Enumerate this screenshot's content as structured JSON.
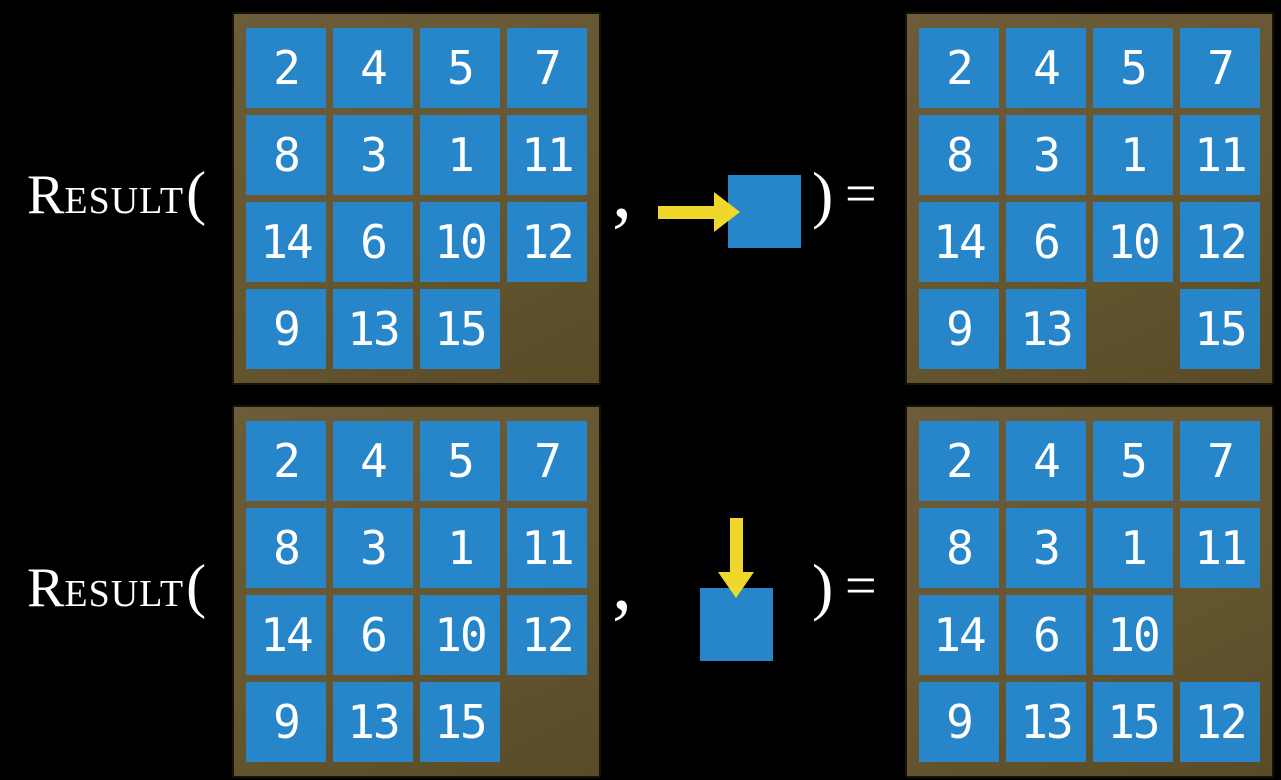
{
  "figure": "fifteen-puzzle RESULT function examples",
  "expression": {
    "function_r": "R",
    "function_rest": "ESULT",
    "open_paren": "(",
    "comma": ",",
    "close_paren": ")",
    "equals": "="
  },
  "colors": {
    "background": "#000000",
    "board_brown": "#65572f",
    "board_brown_light": "#6b5c3a",
    "tile_blue": "#2785ca",
    "arrow_yellow": "#efd72b",
    "text_white": "#ffffff",
    "board_border": "#171207"
  },
  "icons": {
    "row1_action": "arrow-right-icon",
    "row2_action": "arrow-down-icon"
  },
  "rows": [
    {
      "action": {
        "direction": "right",
        "tile": "blank-action-tile"
      },
      "input_board": [
        [
          "2",
          "4",
          "5",
          "7"
        ],
        [
          "8",
          "3",
          "1",
          "11"
        ],
        [
          "14",
          "6",
          "10",
          "12"
        ],
        [
          "9",
          "13",
          "15",
          ""
        ]
      ],
      "output_board": [
        [
          "2",
          "4",
          "5",
          "7"
        ],
        [
          "8",
          "3",
          "1",
          "11"
        ],
        [
          "14",
          "6",
          "10",
          "12"
        ],
        [
          "9",
          "13",
          "",
          "15"
        ]
      ]
    },
    {
      "action": {
        "direction": "down",
        "tile": "blank-action-tile"
      },
      "input_board": [
        [
          "2",
          "4",
          "5",
          "7"
        ],
        [
          "8",
          "3",
          "1",
          "11"
        ],
        [
          "14",
          "6",
          "10",
          "12"
        ],
        [
          "9",
          "13",
          "15",
          ""
        ]
      ],
      "output_board": [
        [
          "2",
          "4",
          "5",
          "7"
        ],
        [
          "8",
          "3",
          "1",
          "11"
        ],
        [
          "14",
          "6",
          "10",
          ""
        ],
        [
          "9",
          "13",
          "15",
          "12"
        ]
      ]
    }
  ]
}
